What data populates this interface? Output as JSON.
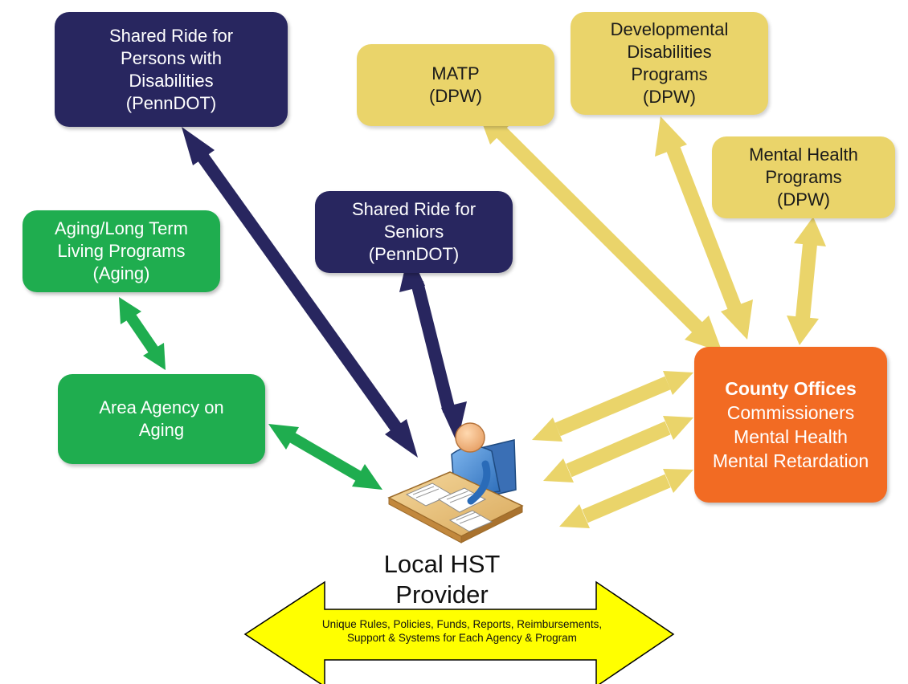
{
  "nodes": {
    "shared_ride_disabilities": [
      "Shared Ride for",
      "Persons with",
      "Disabilities",
      "(PennDOT)"
    ],
    "shared_ride_seniors": [
      "Shared Ride for",
      "Seniors",
      "(PennDOT)"
    ],
    "aging_programs": [
      "Aging/Long Term",
      "Living Programs",
      "(Aging)"
    ],
    "area_agency": [
      "Area Agency on",
      "Aging"
    ],
    "matp": [
      "MATP",
      "(DPW)"
    ],
    "developmental": [
      "Developmental",
      "Disabilities",
      "Programs",
      "(DPW)"
    ],
    "mental_health": [
      "Mental Health",
      "Programs",
      "(DPW)"
    ],
    "county_offices": {
      "title": "County Offices",
      "lines": [
        "Commissioners",
        "Mental Health",
        "Mental Retardation"
      ]
    }
  },
  "center": {
    "label_lines": [
      "Local HST",
      "Provider"
    ]
  },
  "banner": {
    "lines": [
      "Unique Rules, Policies, Funds, Reports, Reimbursements,",
      "Support & Systems for Each Agency & Program"
    ]
  },
  "colors": {
    "navy": "#28265f",
    "green": "#1fad4f",
    "tan": "#ead46a",
    "orange": "#f26b23",
    "yellow": "#ffff00"
  }
}
